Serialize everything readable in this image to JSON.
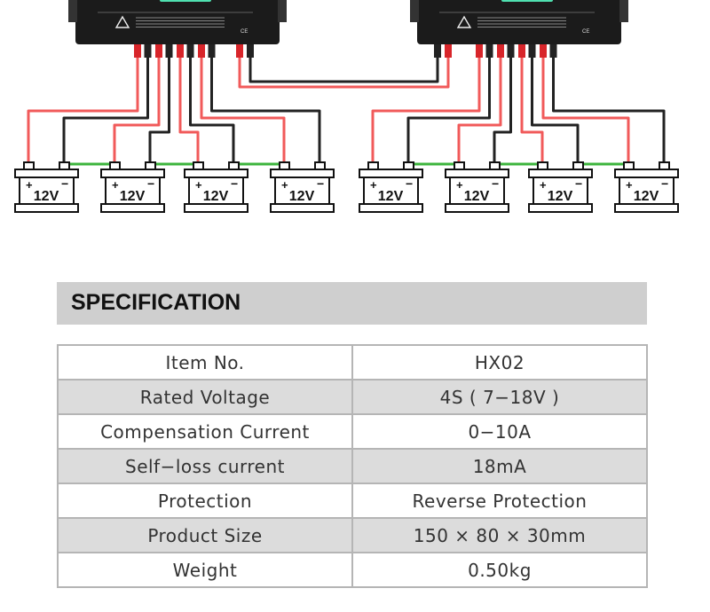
{
  "diagram": {
    "battery_label": "12V",
    "plus": "+",
    "minus": "−",
    "battery_count": 8,
    "colors": {
      "positive_wire": "#f15a5a",
      "negative_wire": "#222222",
      "series_link": "#3cb43c",
      "device_body": "#1b1b1b"
    }
  },
  "spec": {
    "title": "SPECIFICATION",
    "rows": [
      {
        "label": "Item No.",
        "value": "HX02"
      },
      {
        "label": "Rated Voltage",
        "value": "4S ( 7−18V )"
      },
      {
        "label": "Compensation Current",
        "value": "0−10A"
      },
      {
        "label": "Self−loss current",
        "value": "18mA"
      },
      {
        "label": "Protection",
        "value": "Reverse Protection"
      },
      {
        "label": "Product Size",
        "value": "150 × 80 × 30mm"
      },
      {
        "label": "Weight",
        "value": "0.50kg"
      }
    ]
  }
}
